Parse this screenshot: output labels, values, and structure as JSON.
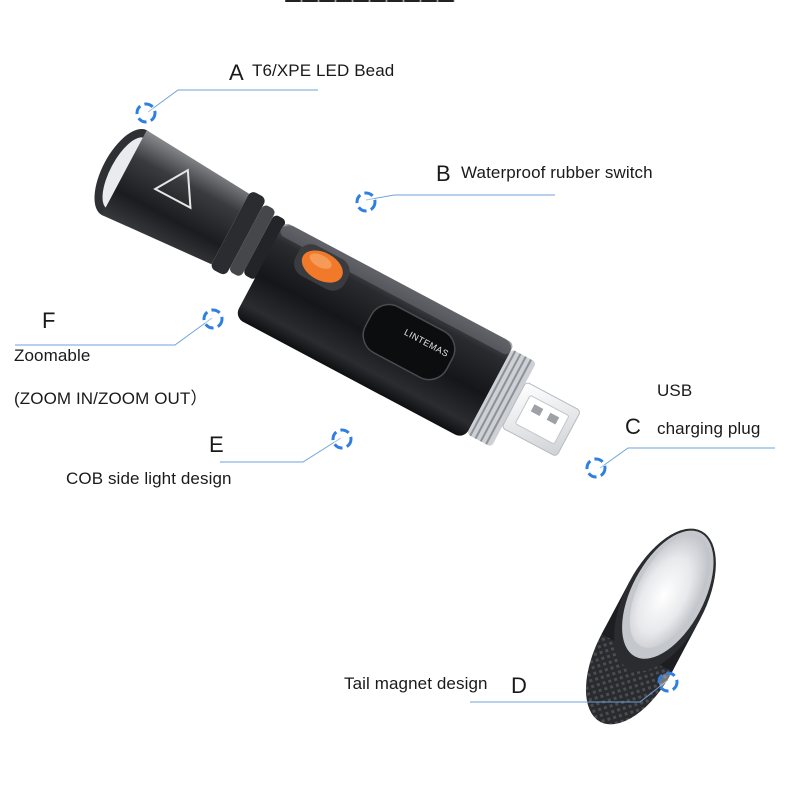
{
  "callouts": {
    "a": {
      "letter": "A",
      "text": "T6/XPE LED Bead"
    },
    "b": {
      "letter": "B",
      "text": "Waterproof rubber switch"
    },
    "c": {
      "letter": "C",
      "line1": "USB",
      "line2": "charging plug"
    },
    "d": {
      "letter": "D",
      "text": "Tail magnet design"
    },
    "e": {
      "letter": "E",
      "text": "COB side light design"
    },
    "f": {
      "letter": "F",
      "line1": "Zoomable",
      "line2": "(ZOOM IN/ZOOM OUT）"
    }
  },
  "product": {
    "brand_badge": "LINTEMAS"
  },
  "colors": {
    "marker_blue": "#2f7fe0",
    "leader_line": "#6fa3d9",
    "switch_orange": "#f07a2a",
    "body_dark": "#1c1d20"
  }
}
